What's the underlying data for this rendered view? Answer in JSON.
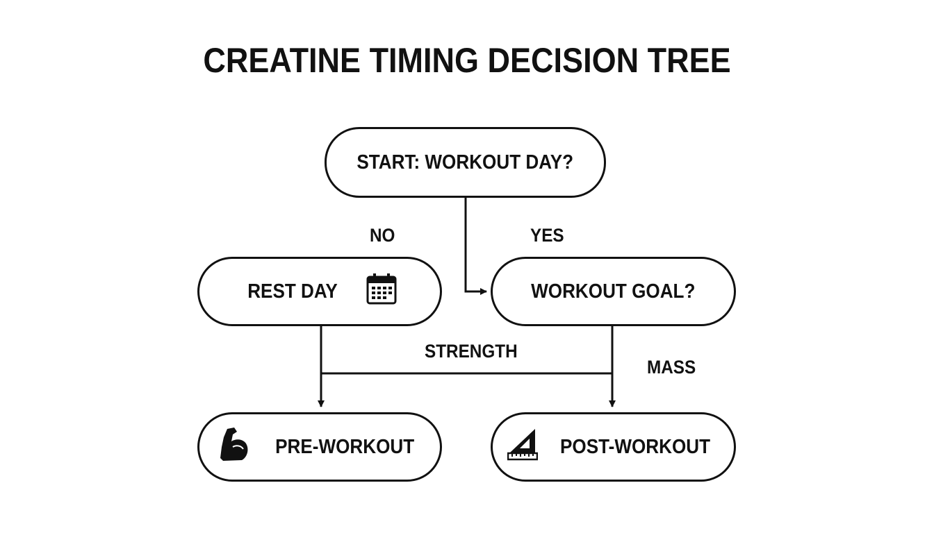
{
  "title": "CREATINE TIMING DECISION TREE",
  "nodes": {
    "start": "START: WORKOUT DAY?",
    "rest": "REST DAY",
    "goal": "WORKOUT GOAL?",
    "pre": "PRE-WORKOUT",
    "post": "POST-WORKOUT"
  },
  "edges": {
    "no": "NO",
    "yes": "YES",
    "strength": "STRENGTH",
    "mass": "MASS"
  },
  "icons": {
    "rest": "calendar-icon",
    "pre": "flexed-bicep-icon",
    "post": "set-square-ruler-icon"
  },
  "colors": {
    "line": "#111111",
    "background": "#ffffff"
  }
}
